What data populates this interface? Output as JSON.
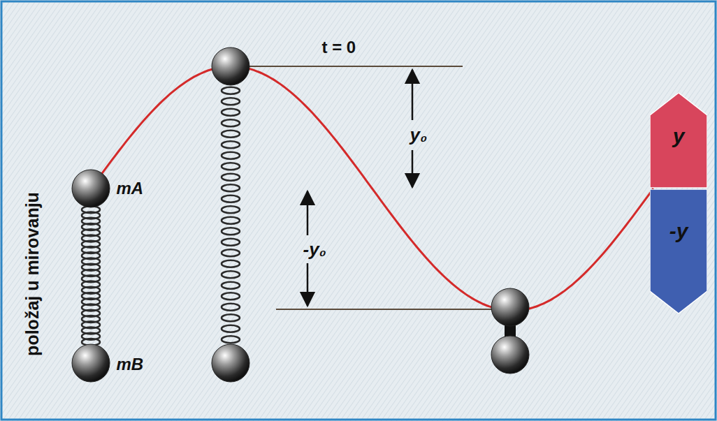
{
  "diagram": {
    "nodes": [
      {
        "text": [
          "y"
        ]
      },
      {
        "text": [
          "-y"
        ]
      }
    ],
    "labels": [
      "t = 0",
      "y₀",
      "-y₀",
      "mA",
      "mB",
      "položaj u mirovanju"
    ]
  }
}
